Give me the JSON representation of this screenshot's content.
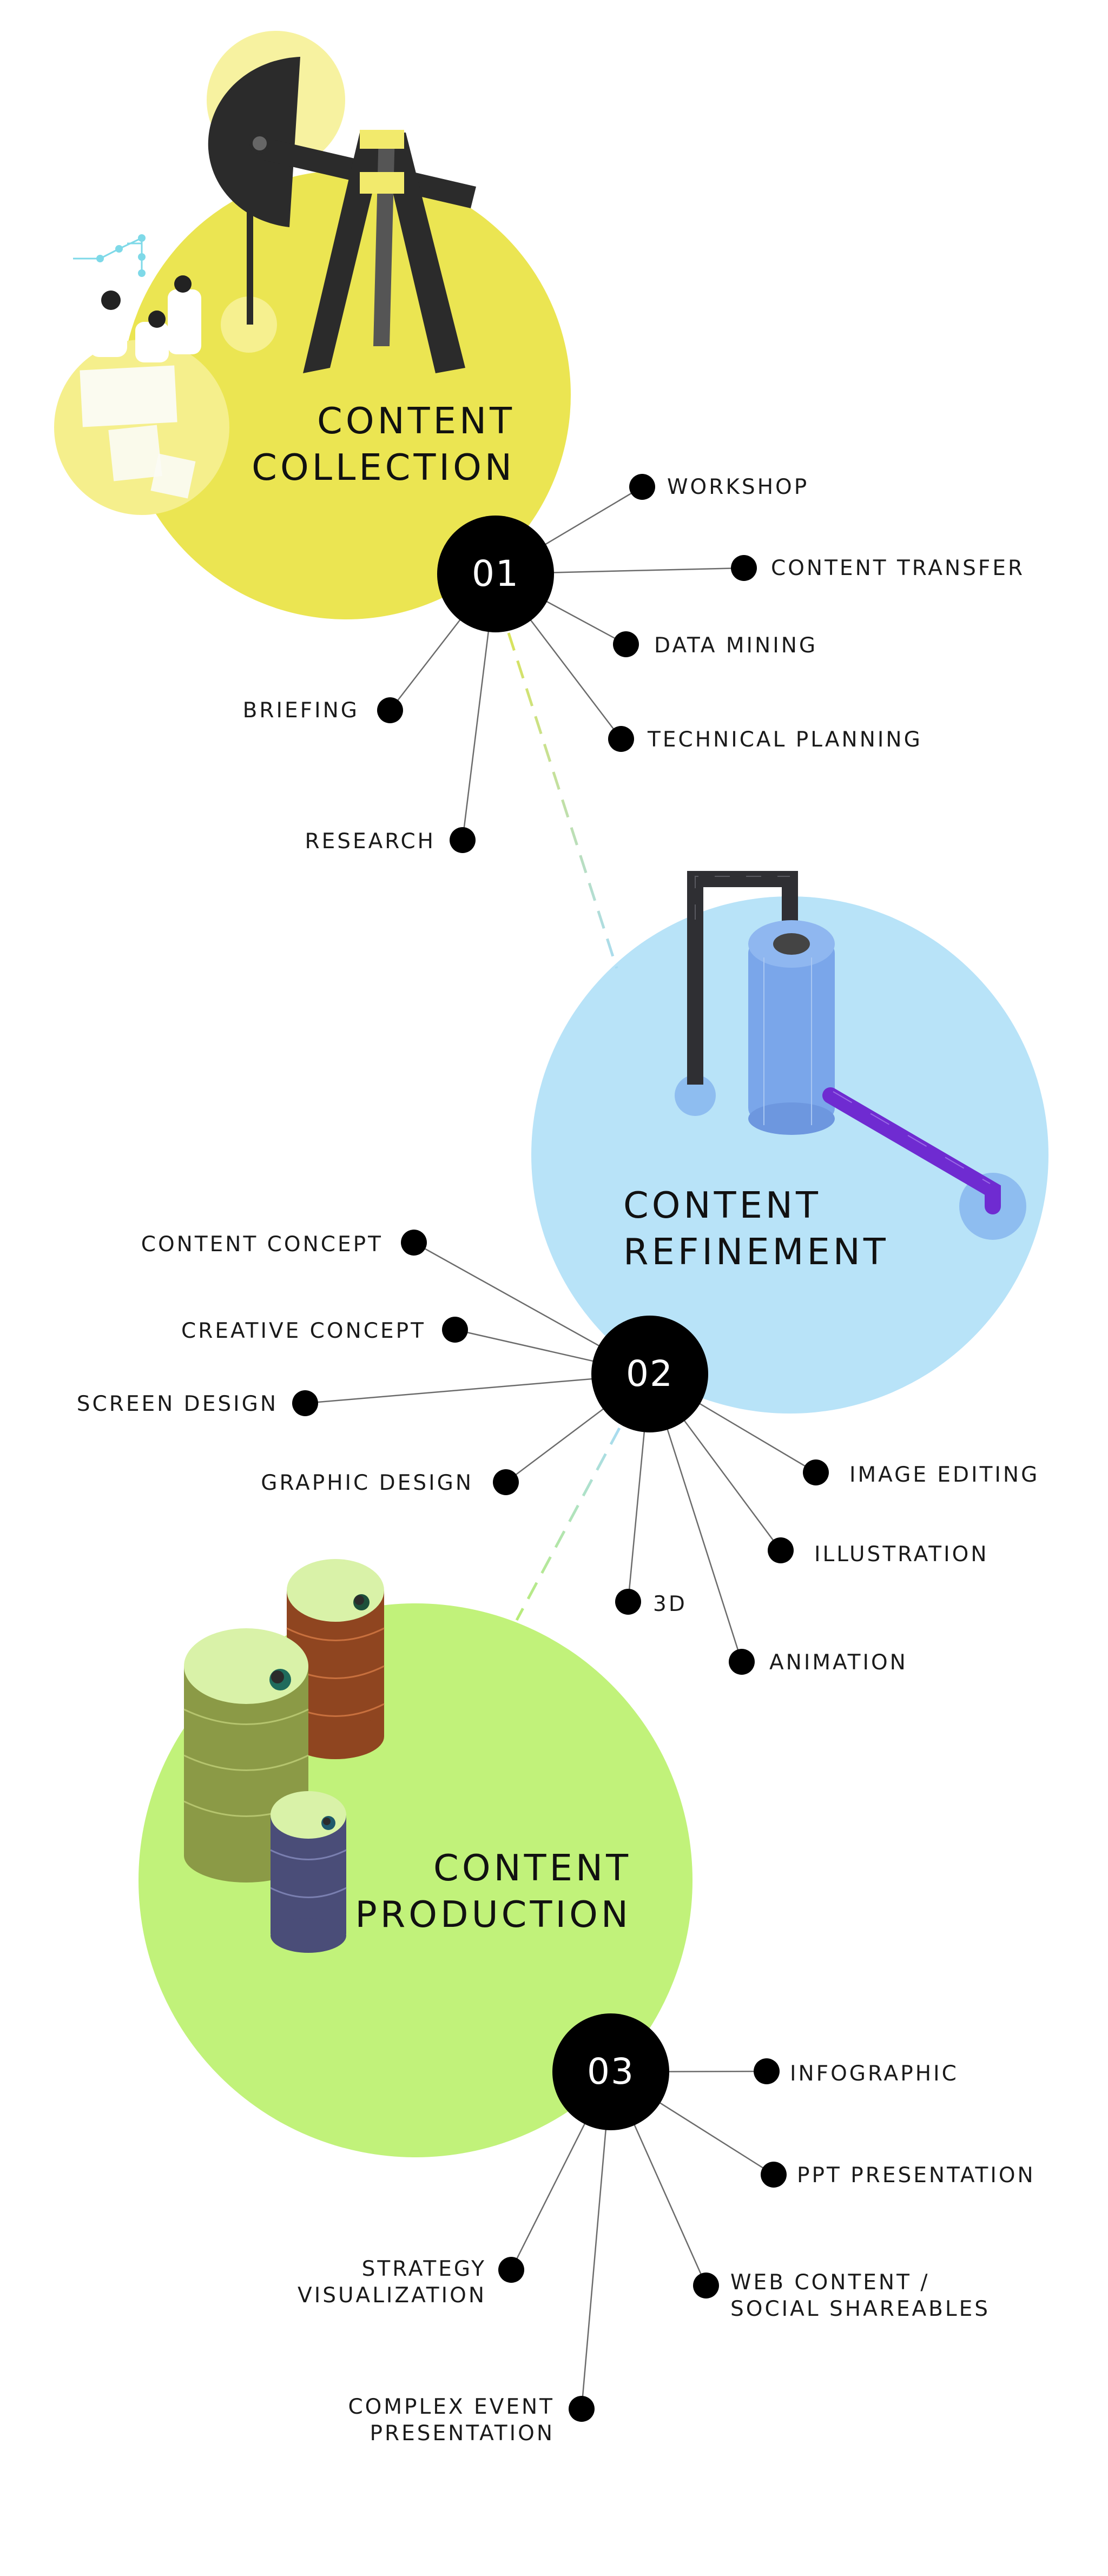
{
  "colors": {
    "collection": "#ebe552",
    "refinement": "#b8e3f8",
    "production": "#c1f27a",
    "hub": "#000000",
    "line": "#6b6b6b"
  },
  "stages": [
    {
      "number": "01",
      "title_line1": "CONTENT",
      "title_line2": "COLLECTION",
      "items": [
        {
          "label": "WORKSHOP"
        },
        {
          "label": "CONTENT TRANSFER"
        },
        {
          "label": "DATA MINING"
        },
        {
          "label": "TECHNICAL PLANNING"
        },
        {
          "label": "BRIEFING"
        },
        {
          "label": "RESEARCH"
        }
      ]
    },
    {
      "number": "02",
      "title_line1": "CONTENT",
      "title_line2": "REFINEMENT",
      "items": [
        {
          "label": "CONTENT CONCEPT"
        },
        {
          "label": "CREATIVE CONCEPT"
        },
        {
          "label": "SCREEN DESIGN"
        },
        {
          "label": "GRAPHIC DESIGN"
        },
        {
          "label": "IMAGE EDITING"
        },
        {
          "label": "ILLUSTRATION"
        },
        {
          "label": "3D"
        },
        {
          "label": "ANIMATION"
        }
      ]
    },
    {
      "number": "03",
      "title_line1": "CONTENT",
      "title_line2": "PRODUCTION",
      "items": [
        {
          "label": "INFOGRAPHIC"
        },
        {
          "label": "PPT PRESENTATION"
        },
        {
          "label": "WEB CONTENT /",
          "label2": "SOCIAL SHAREABLES"
        },
        {
          "label": "STRATEGY",
          "label2": "VISUALIZATION"
        },
        {
          "label": "COMPLEX EVENT",
          "label2": "PRESENTATION"
        }
      ]
    }
  ]
}
